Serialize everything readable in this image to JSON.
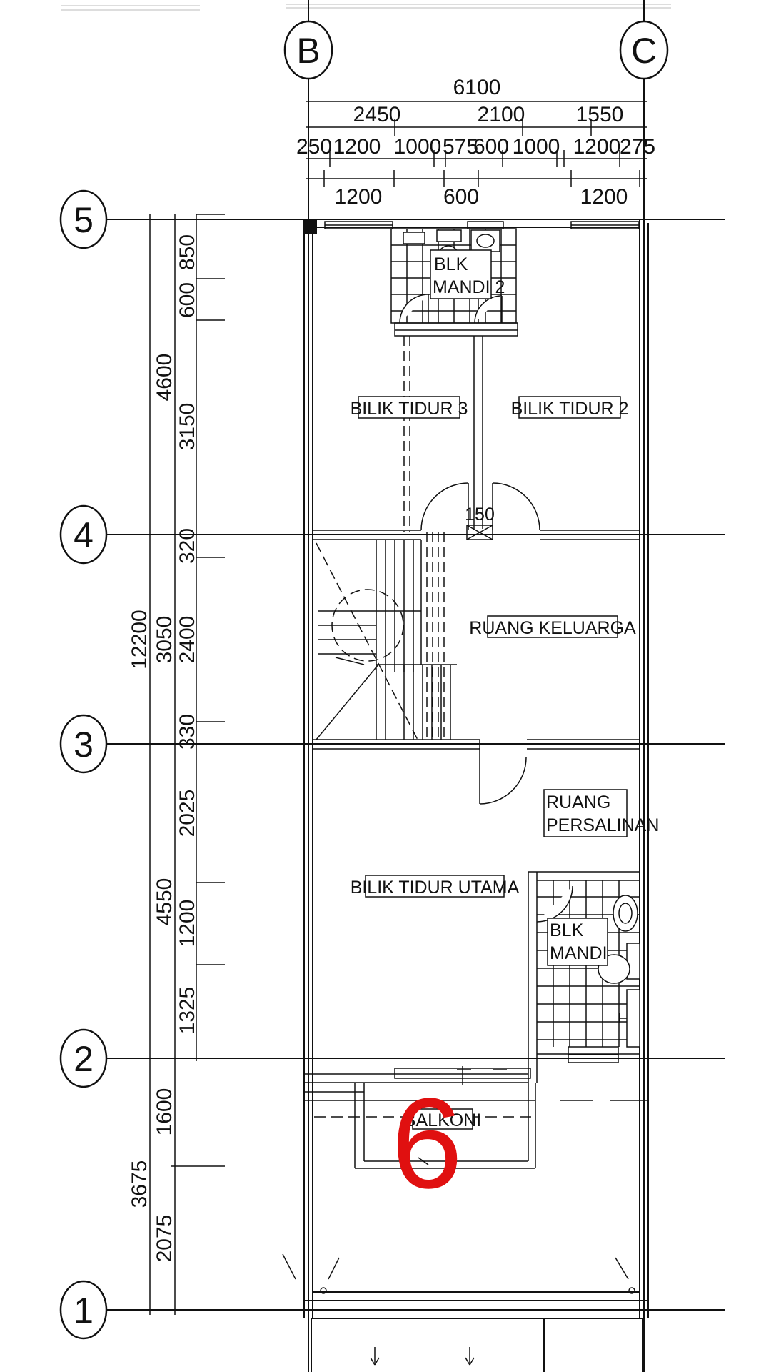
{
  "grid": {
    "columns": [
      "B",
      "C"
    ],
    "rows": [
      "5",
      "4",
      "3",
      "2",
      "1"
    ]
  },
  "dimensions": {
    "top_total": "6100",
    "top_row1": [
      "2450",
      "2100",
      "1550"
    ],
    "top_row2": [
      "250",
      "1200",
      "1000",
      "575",
      "600",
      "1000",
      "1200",
      "275"
    ],
    "top_windows": [
      "1200",
      "600",
      "1200"
    ],
    "left_total": "12200",
    "left_bays": [
      "4600",
      "3050",
      "4550",
      "3675"
    ],
    "left_segments": [
      "850",
      "600",
      "3150",
      "320",
      "2400",
      "330",
      "2025",
      "1200",
      "1325",
      "1600",
      "2075"
    ],
    "door_width": "150"
  },
  "rooms": {
    "blk_mandi_2": [
      "BLK",
      "MANDI 2"
    ],
    "bilik_tidur_3": "BILIK TIDUR 3",
    "bilik_tidur_2": "BILIK TIDUR 2",
    "ruang_keluarga": "RUANG KELUARGA",
    "ruang_persalinan": [
      "RUANG",
      "PERSALINAN"
    ],
    "bilik_tidur_utama": "BILIK TIDUR UTAMA",
    "blk_mandi": [
      "BLK",
      "MANDI"
    ],
    "balkoni": "BALKONI"
  },
  "annotation": {
    "text": "6",
    "color": "#e01010"
  },
  "colors": {
    "line": "#111111",
    "background": "#ffffff"
  }
}
